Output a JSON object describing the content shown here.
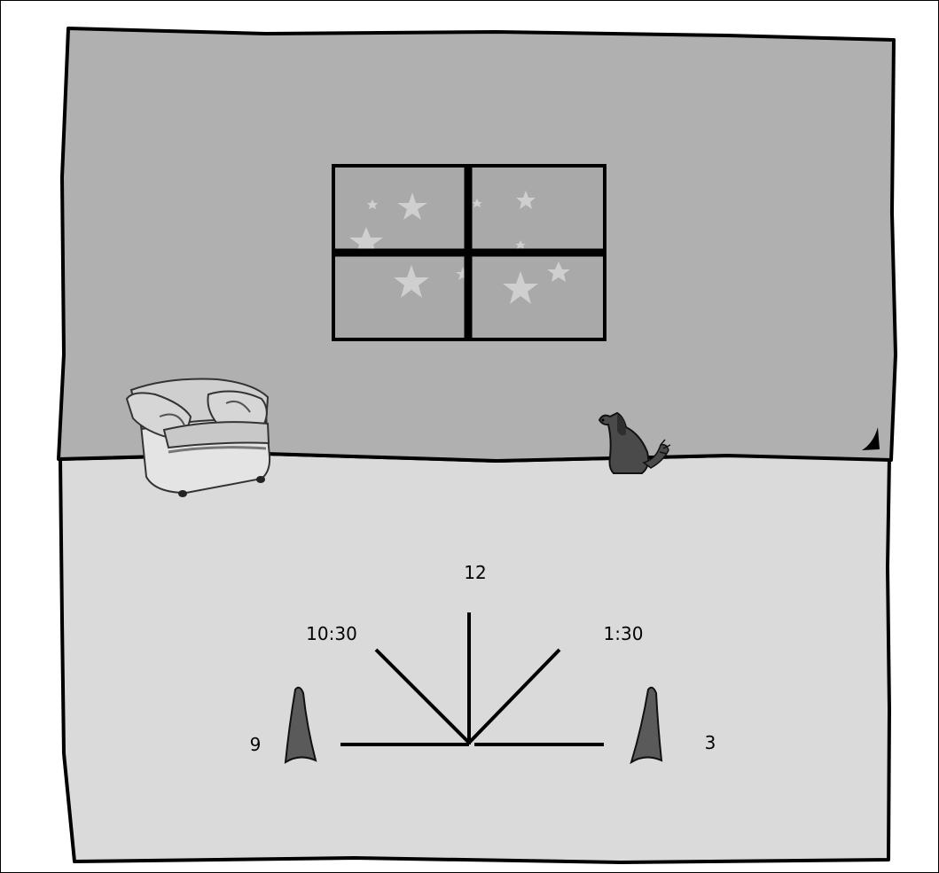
{
  "labels": {
    "twelve": "12",
    "ten_thirty": "10:30",
    "one_thirty": "1:30",
    "nine": "9",
    "three": "3"
  },
  "colors": {
    "wall": "#b0b0b0",
    "floor": "#dadada",
    "outline": "#000000",
    "star": "#cfcfcf",
    "cone": "#5a5a5a",
    "dog": "#4a4a4a",
    "chair": "#e4e4e4"
  },
  "icons": {
    "chair": "armchair-icon",
    "dog": "sitting-dog-icon",
    "cone_left": "cone-icon",
    "cone_right": "cone-icon",
    "window": "night-window-icon"
  }
}
